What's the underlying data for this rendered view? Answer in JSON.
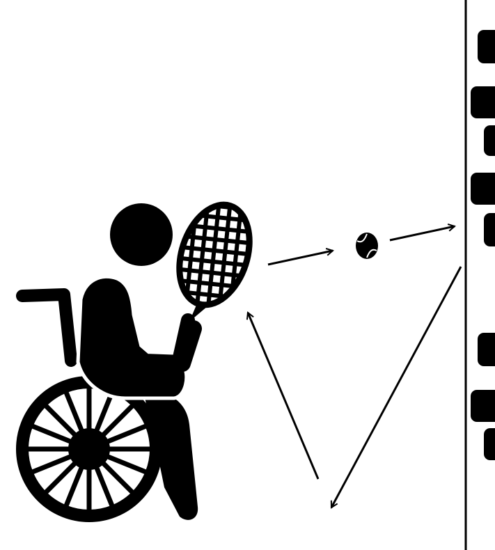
{
  "scene": {
    "background": "#ffffff",
    "ink": "#000000",
    "icons": [
      "wheelchair-icon",
      "player-icon",
      "tennis-racket-icon",
      "tennis-ball-icon",
      "brick-wall-icon"
    ],
    "arrows": [
      "racket-to-ball-arrow",
      "ball-to-wall-arrow",
      "wall-rebound-arrow",
      "return-to-racket-arrow"
    ]
  }
}
